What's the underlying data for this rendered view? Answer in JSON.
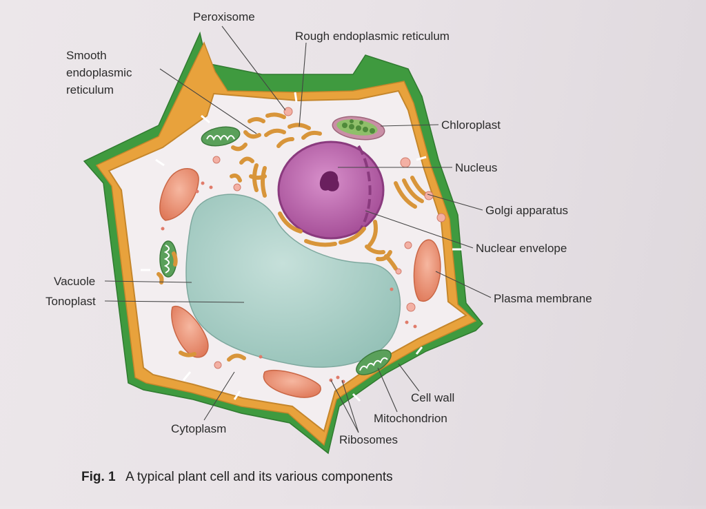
{
  "figure": {
    "caption_number": "Fig. 1",
    "caption_text": "A typical plant cell and its various components",
    "labels": {
      "peroxisome": "Peroxisome",
      "rough_er": "Rough endoplasmic reticulum",
      "smooth_er_line1": "Smooth",
      "smooth_er_line2": "endoplasmic",
      "smooth_er_line3": "reticulum",
      "chloroplast": "Chloroplast",
      "nucleus": "Nucleus",
      "golgi": "Golgi apparatus",
      "nuclear_envelope": "Nuclear envelope",
      "plasma_membrane": "Plasma membrane",
      "vacuole": "Vacuole",
      "tonoplast": "Tonoplast",
      "cell_wall": "Cell wall",
      "mitochondrion": "Mitochondrion",
      "cytoplasm": "Cytoplasm",
      "ribosomes": "Ribosomes"
    }
  },
  "colors": {
    "cell_wall_outer": "#3f9a3f",
    "cell_wall_band": "#e8a23c",
    "cytoplasm": "#f3eef0",
    "vacuole": "#a9cfc6",
    "nucleus": "#b554a6",
    "chloroplast": "#e48a6a",
    "mitochondrion": "#5aa05a"
  }
}
